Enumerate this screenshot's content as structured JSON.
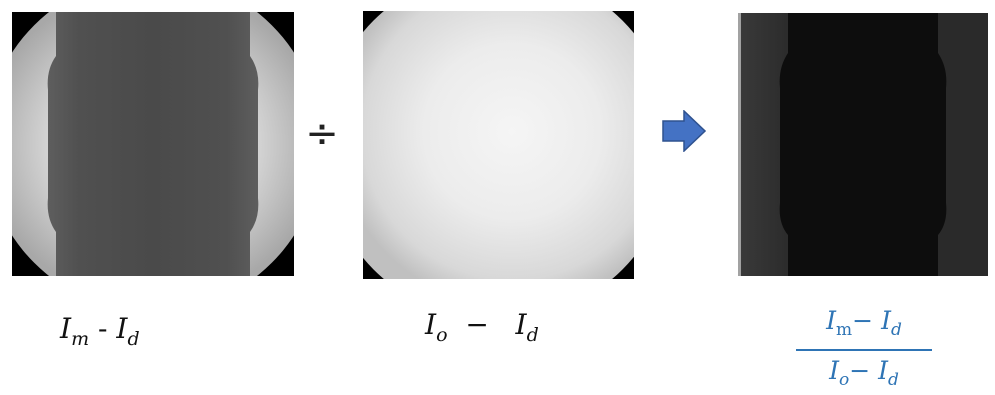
{
  "operators": {
    "divide": "÷"
  },
  "panels": {
    "measured_label": {
      "I": "I",
      "sub_m": "m",
      "op": "-",
      "I2": "I",
      "sub_d": "d"
    },
    "open_label": {
      "I": "I",
      "sub_o": "o",
      "op": "−",
      "I2": "I",
      "sub_d": "d"
    },
    "result_fraction": {
      "num_I": "I",
      "num_sub_m": "m",
      "num_op": "−",
      "num_I2": "I",
      "num_sub_d": "d",
      "den_I": "I",
      "den_sub_o": "o",
      "den_op": "−",
      "den_I2": "I",
      "den_sub_d": "d"
    }
  },
  "icons": {
    "arrow": "right-arrow-icon"
  },
  "colors": {
    "arrow_fill": "#4472c4",
    "arrow_stroke": "#2f528f",
    "result_text": "#2e74b5"
  }
}
